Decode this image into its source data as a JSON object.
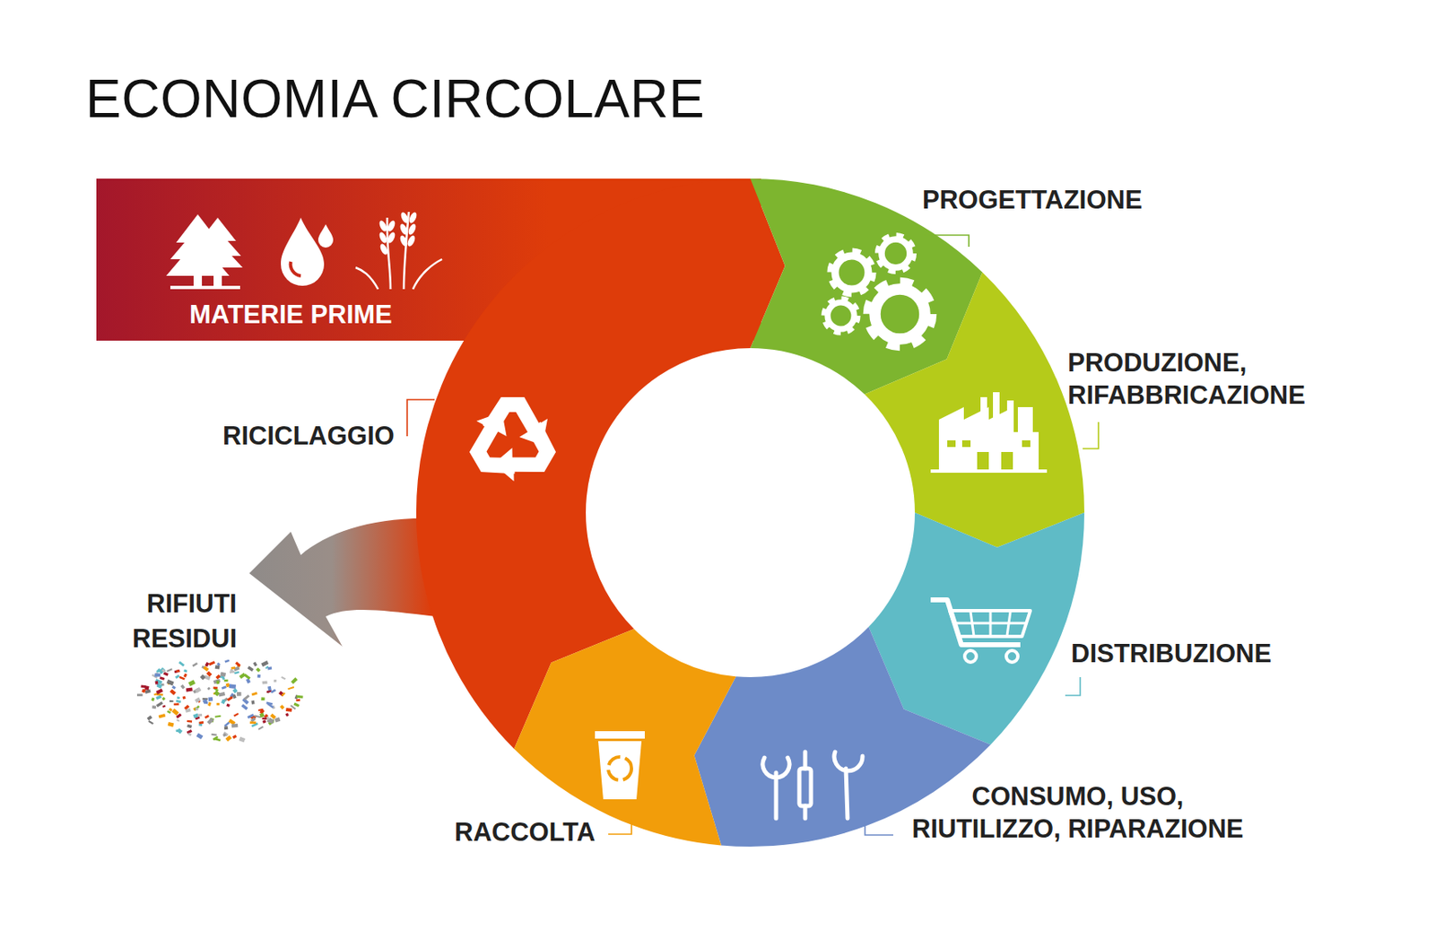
{
  "diagram": {
    "title": "ECONOMIA CIRCOLARE",
    "nodes": [
      {
        "text": [
          "MATERIE PRIME"
        ]
      },
      {
        "text": [
          "PROGETTAZIONE"
        ]
      },
      {
        "text": [
          "PRODUZIONE, RIFABBRICAZIONE"
        ]
      },
      {
        "text": [
          "DISTRIBUZIONE"
        ]
      },
      {
        "text": [
          "CONSUMO, USO, RIUTILIZZO, RIPARAZIONE"
        ]
      },
      {
        "text": [
          "RACCOLTA"
        ]
      },
      {
        "text": [
          "RICICLAGGIO"
        ]
      }
    ],
    "labels": [
      "RIFIUTI RESIDUI"
    ]
  }
}
